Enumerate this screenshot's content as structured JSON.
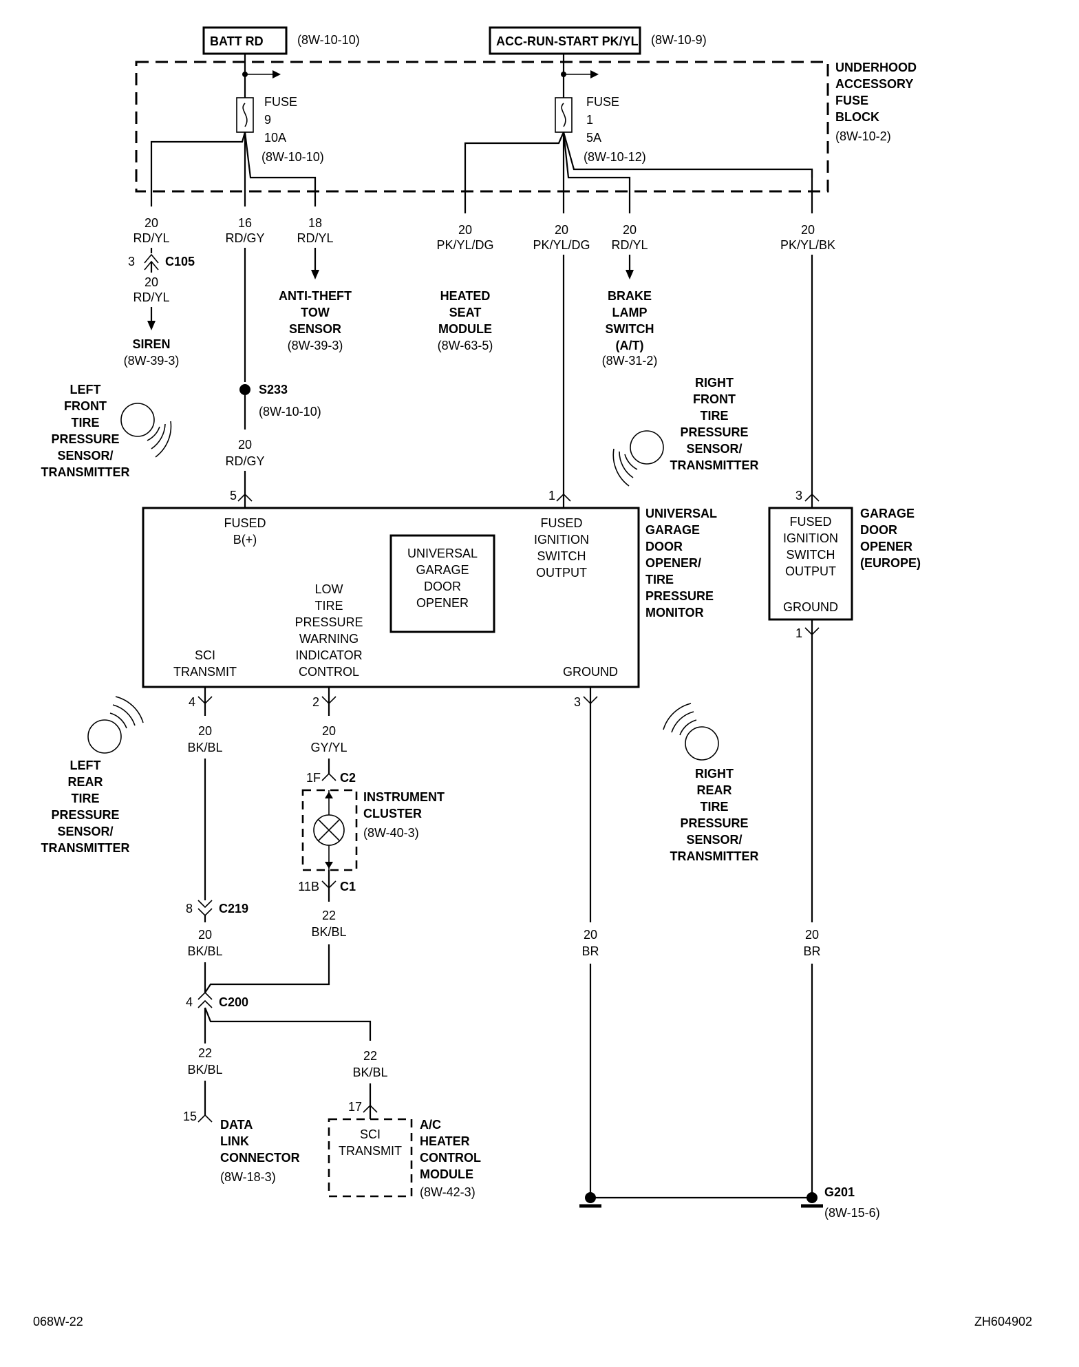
{
  "sources": {
    "batt": {
      "label": "BATT RD",
      "ref": "(8W-10-10)"
    },
    "acc": {
      "label": "ACC-RUN-START PK/YL",
      "ref": "(8W-10-9)"
    }
  },
  "fuse_block": {
    "lines": [
      "UNDERHOOD",
      "ACCESSORY",
      "FUSE",
      "BLOCK"
    ],
    "ref": "(8W-10-2)"
  },
  "fuse9": {
    "lines": [
      "FUSE",
      "9",
      "10A"
    ],
    "ref": "(8W-10-10)"
  },
  "fuse1": {
    "lines": [
      "FUSE",
      "1",
      "5A"
    ],
    "ref": "(8W-10-12)"
  },
  "wires": {
    "w_siren_a": [
      "20",
      "RD/YL"
    ],
    "w_siren_b": [
      "20",
      "RD/YL"
    ],
    "w_batt": [
      "16",
      "RD/GY"
    ],
    "w_antitheft": [
      "18",
      "RD/YL"
    ],
    "w_seat": [
      "20",
      "PK/YL/DG"
    ],
    "w_ign": [
      "20",
      "PK/YL/DG"
    ],
    "w_brake": [
      "20",
      "RD/YL"
    ],
    "w_europe": [
      "20",
      "PK/YL/BK"
    ],
    "w_s233": [
      "20",
      "RD/GY"
    ],
    "w_sci": [
      "20",
      "BK/BL"
    ],
    "w_low": [
      "20",
      "GY/YL"
    ],
    "w_c1": [
      "22",
      "BK/BL"
    ],
    "w_c219": [
      "20",
      "BK/BL"
    ],
    "w_dlc": [
      "22",
      "BK/BL"
    ],
    "w_ac": [
      "22",
      "BK/BL"
    ],
    "w_gnd": [
      "20",
      "BR"
    ],
    "w_gnd2": [
      "20",
      "BR"
    ]
  },
  "connectors": {
    "c105": {
      "pin": "3",
      "name": "C105"
    },
    "c2": {
      "pin": "1F",
      "name": "C2"
    },
    "c1": {
      "pin": "11B",
      "name": "C1"
    },
    "c219": {
      "pin": "8",
      "name": "C219"
    },
    "c200": {
      "pin": "4",
      "name": "C200"
    }
  },
  "splice": {
    "name": "S233",
    "ref": "(8W-10-10)"
  },
  "components": {
    "siren": {
      "lines": [
        "SIREN"
      ],
      "ref": "(8W-39-3)"
    },
    "antitheft": {
      "lines": [
        "ANTI-THEFT",
        "TOW",
        "SENSOR"
      ],
      "ref": "(8W-39-3)"
    },
    "heated_seat": {
      "lines": [
        "HEATED",
        "SEAT",
        "MODULE"
      ],
      "ref": "(8W-63-5)"
    },
    "brake_lamp": {
      "lines": [
        "BRAKE",
        "LAMP",
        "SWITCH",
        "(A/T)"
      ],
      "ref": "(8W-31-2)"
    },
    "instrument_cluster": {
      "lines": [
        "INSTRUMENT",
        "CLUSTER"
      ],
      "ref": "(8W-40-3)"
    },
    "dlc": {
      "lines": [
        "DATA",
        "LINK",
        "CONNECTOR"
      ],
      "ref": "(8W-18-3)"
    },
    "ac_module": {
      "lines": [
        "A/C",
        "HEATER",
        "CONTROL",
        "MODULE"
      ],
      "ref": "(8W-42-3)"
    },
    "ac_inner": [
      "SCI",
      "TRANSMIT"
    ],
    "ac_pin": "17",
    "dlc_pin": "15"
  },
  "sensors": {
    "left_front": [
      "LEFT",
      "FRONT",
      "TIRE",
      "PRESSURE",
      "SENSOR/",
      "TRANSMITTER"
    ],
    "right_front": [
      "RIGHT",
      "FRONT",
      "TIRE",
      "PRESSURE",
      "SENSOR/",
      "TRANSMITTER"
    ],
    "left_rear": [
      "LEFT",
      "REAR",
      "TIRE",
      "PRESSURE",
      "SENSOR/",
      "TRANSMITTER"
    ],
    "right_rear": [
      "RIGHT",
      "REAR",
      "TIRE",
      "PRESSURE",
      "SENSOR/",
      "TRANSMITTER"
    ]
  },
  "main_module": {
    "name": [
      "UNIVERSAL",
      "GARAGE",
      "DOOR",
      "OPENER/",
      "TIRE",
      "PRESSURE",
      "MONITOR"
    ],
    "inner": [
      "UNIVERSAL",
      "GARAGE",
      "DOOR",
      "OPENER"
    ],
    "fused_b": [
      "FUSED",
      "B(+)"
    ],
    "fused_ign": [
      "FUSED",
      "IGNITION",
      "SWITCH",
      "OUTPUT"
    ],
    "low_tire": [
      "LOW",
      "TIRE",
      "PRESSURE",
      "WARNING",
      "INDICATOR",
      "CONTROL"
    ],
    "sci": [
      "SCI",
      "TRANSMIT"
    ],
    "ground": "GROUND",
    "pins": {
      "p5": "5",
      "p1": "1",
      "p4": "4",
      "p2": "2",
      "p3": "3"
    }
  },
  "europe_module": {
    "name": [
      "GARAGE",
      "DOOR",
      "OPENER",
      "(EUROPE)"
    ],
    "inner": [
      "FUSED",
      "IGNITION",
      "SWITCH",
      "OUTPUT"
    ],
    "ground": "GROUND",
    "pins": {
      "top": "3",
      "bottom": "1"
    }
  },
  "ground_point": {
    "name": "G201",
    "ref": "(8W-15-6)"
  },
  "footer": {
    "left": "068W-22",
    "right": "ZH604902"
  }
}
